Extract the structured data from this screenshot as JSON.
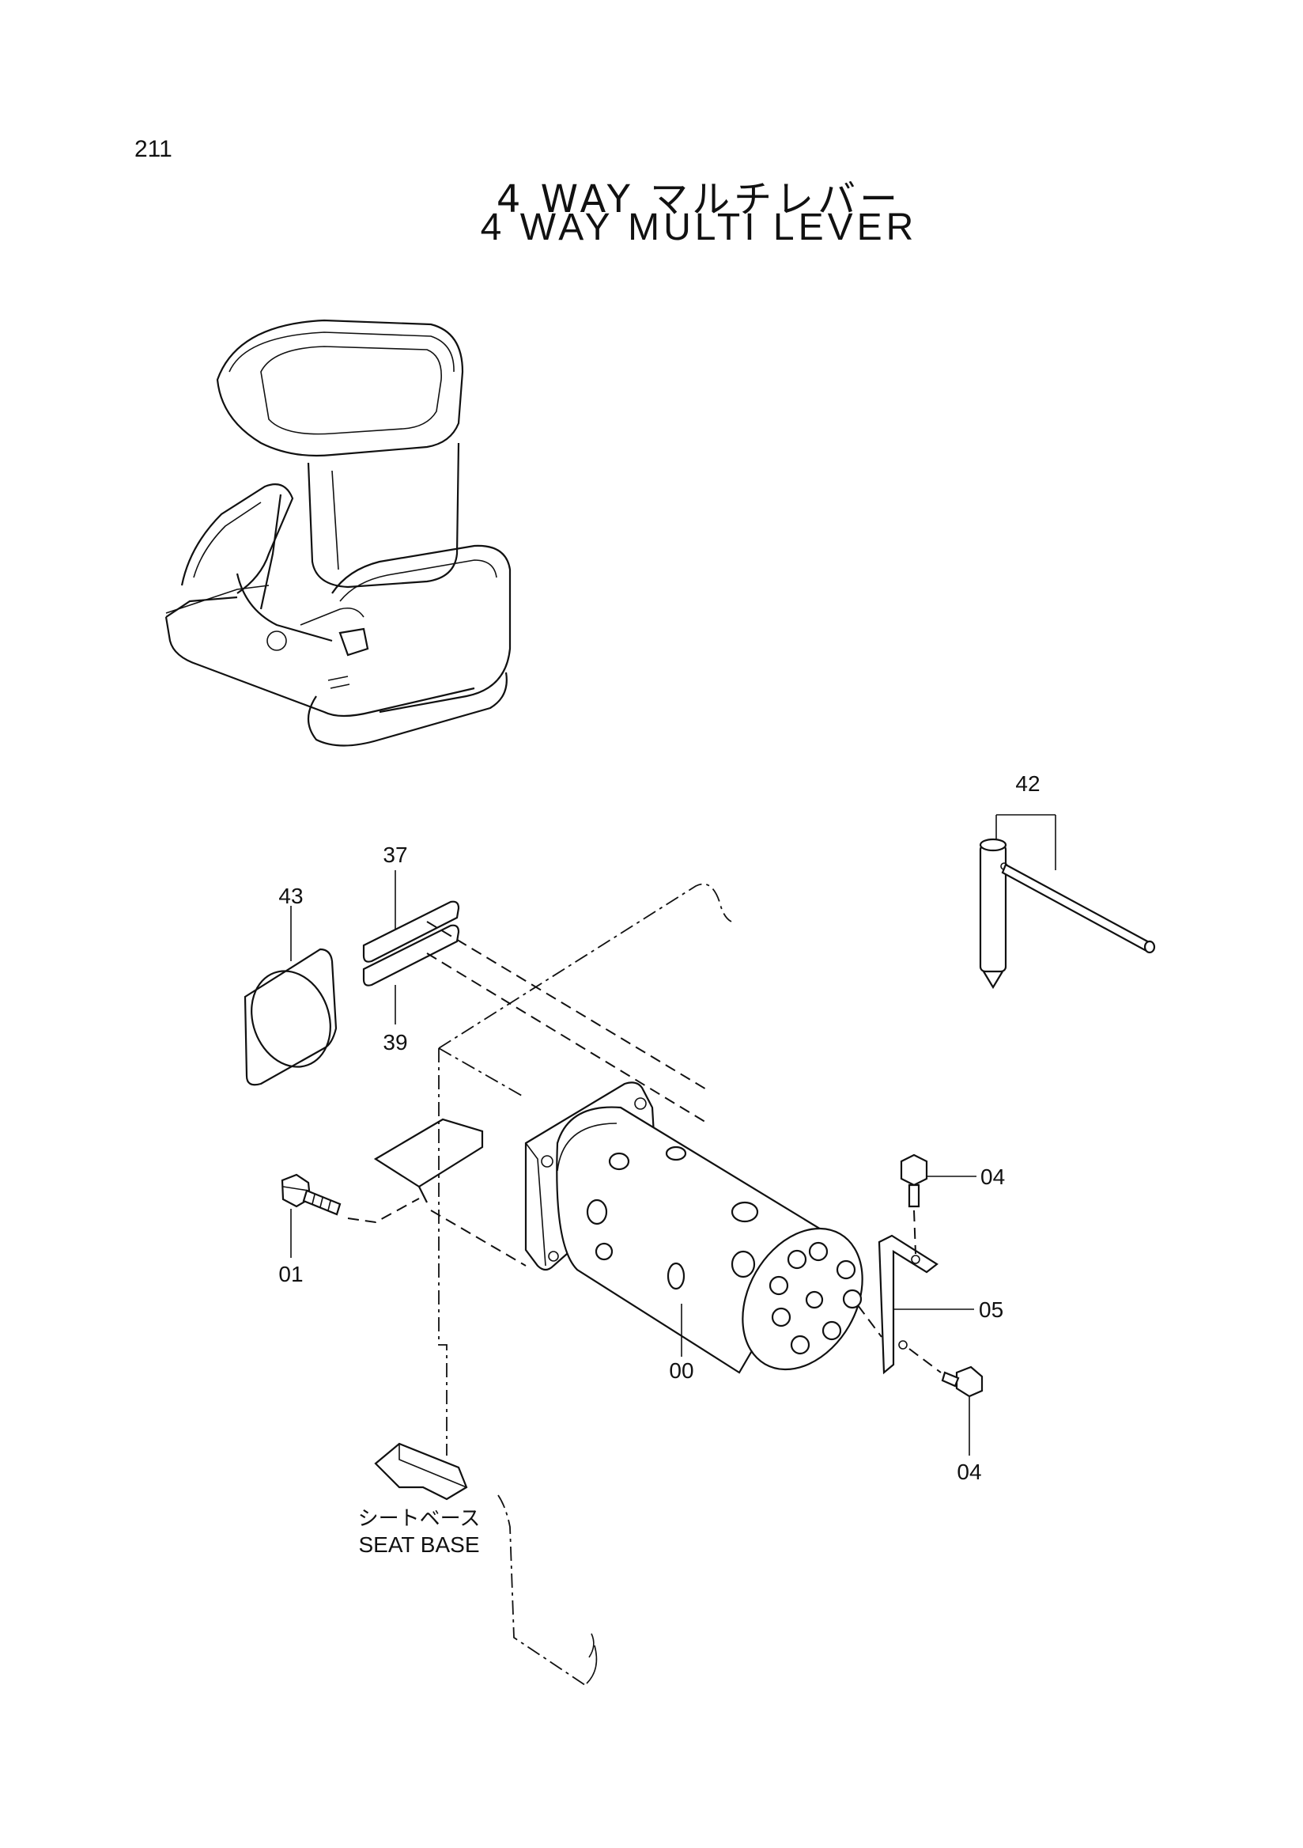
{
  "page": {
    "number": "211"
  },
  "title": {
    "jp": "4 WAY マルチレバー",
    "en": "4 WAY MULTI LEVER"
  },
  "callouts": {
    "p42": "42",
    "p37": "37",
    "p43": "43",
    "p39": "39",
    "p01": "01",
    "p00": "00",
    "p04_top": "04",
    "p05": "05",
    "p04_bottom": "04"
  },
  "seat_base": {
    "jp": "シートベース",
    "en": "SEAT BASE"
  }
}
